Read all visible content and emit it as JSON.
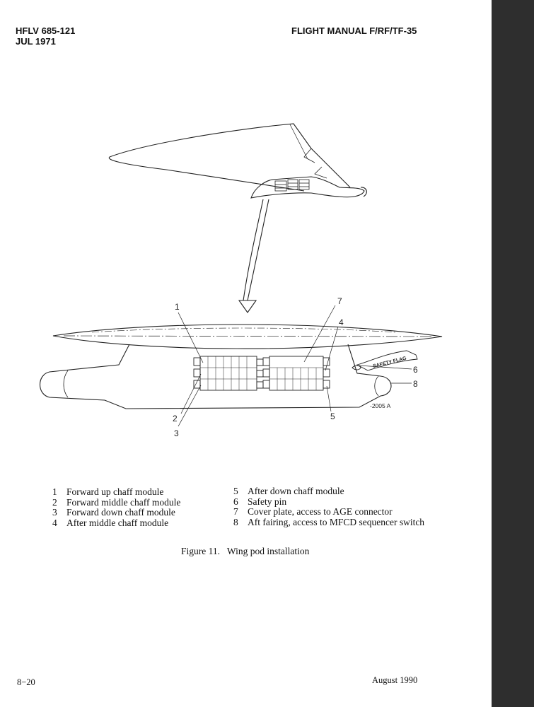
{
  "header": {
    "doc_id": "HFLV 685-121",
    "date": "JUL 1971",
    "manual_title": "FLIGHT MANUAL F/RF/TF-35"
  },
  "figure": {
    "callouts": [
      "1",
      "2",
      "3",
      "4",
      "5",
      "6",
      "7",
      "8"
    ],
    "flag_text": "SAFETY FLAG",
    "drawing_id": "-2005 A"
  },
  "legend": {
    "left": [
      {
        "num": "1",
        "text": "Forward up chaff module"
      },
      {
        "num": "2",
        "text": "Forward middle chaff module"
      },
      {
        "num": "3",
        "text": "Forward down chaff module"
      },
      {
        "num": "4",
        "text": "After middle chaff module"
      }
    ],
    "right": [
      {
        "num": "5",
        "text": "After down chaff module"
      },
      {
        "num": "6",
        "text": "Safety pin"
      },
      {
        "num": "7",
        "text": "Cover plate, access to AGE connector"
      },
      {
        "num": "8",
        "text": "Aft fairing, access to MFCD sequencer switch"
      }
    ]
  },
  "caption": "Figure 11.   Wing pod installation",
  "footer": {
    "page_number": "8−20",
    "revision_date": "August 1990"
  }
}
